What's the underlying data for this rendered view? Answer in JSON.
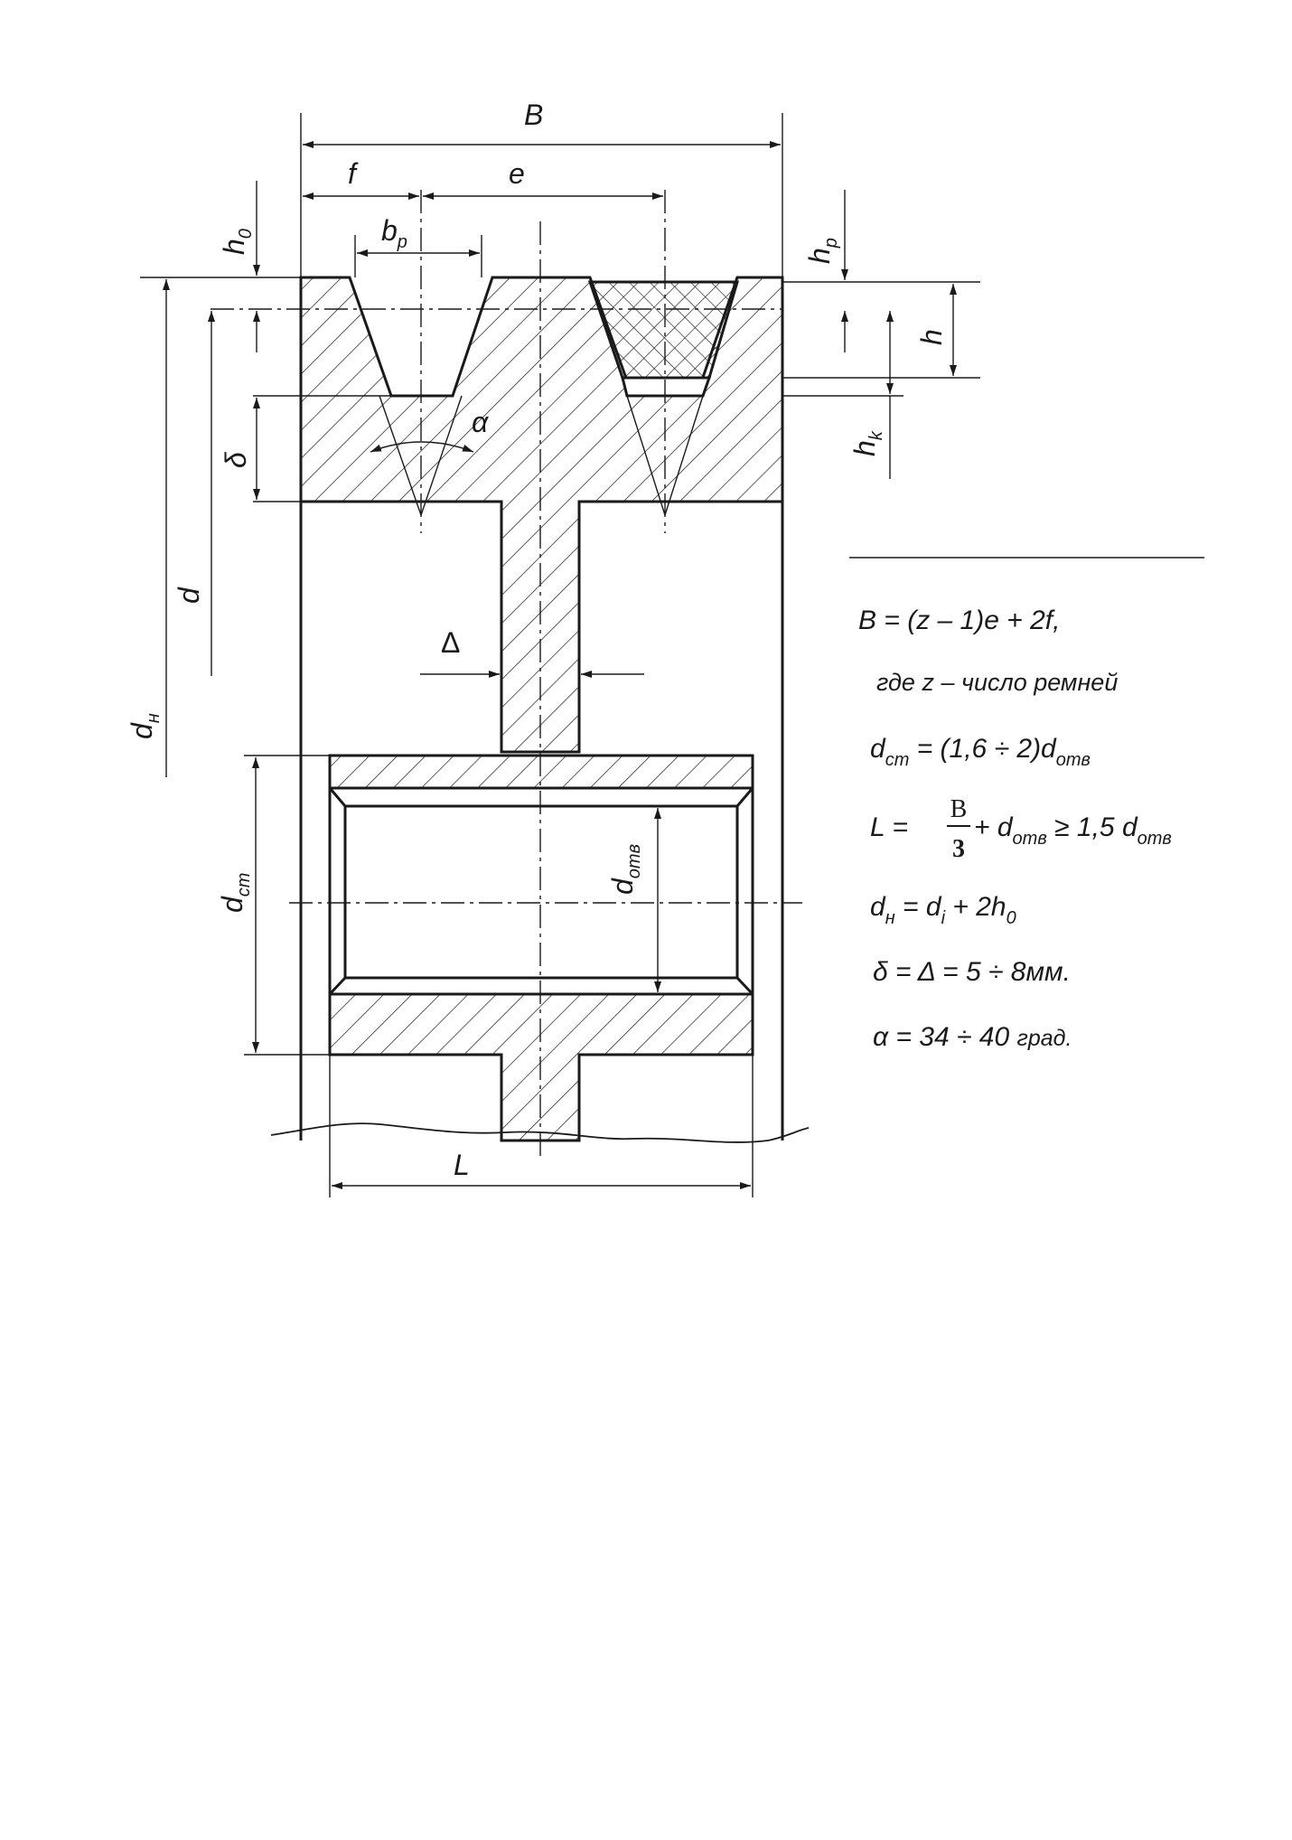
{
  "labels": {
    "B": "B",
    "f": "f",
    "e": "e",
    "h0_main": "h",
    "h0_sub": "0",
    "bp_main": "b",
    "bp_sub": "p",
    "hp_main": "h",
    "hp_sub": "p",
    "h": "h",
    "hk_main": "h",
    "hk_sub": "k",
    "alpha": "α",
    "delta": "δ",
    "d": "d",
    "dn_main": "d",
    "dn_sub": "н",
    "Delta": "Δ",
    "dst_main": "d",
    "dst_sub": "cm",
    "dotv_main": "d",
    "dotv_sub": "отв",
    "L": "L"
  },
  "formulas": {
    "f1": "B = (z – 1)e + 2f,",
    "f2": "где z – число ремней",
    "f3_a": "d",
    "f3_sub1": "cm",
    "f3_b": " = (1,6 ÷ 2)d",
    "f3_sub2": "отв",
    "f4_a": "L = ",
    "f4_num": "B",
    "f4_den": "3",
    "f4_b": " + d",
    "f4_sub1": "отв",
    "f4_c": " ≥ 1,5 d",
    "f4_sub2": "отв",
    "f5_a": "d",
    "f5_sub1": "н",
    "f5_b": " = d",
    "f5_sub2": "i",
    "f5_c": " + 2h",
    "f5_sub3": "0",
    "f6": "δ = Δ = 5 ÷ 8мм.",
    "f7_a": "α = 34 ÷ 40 ",
    "f7_b": "град."
  },
  "colors": {
    "ink": "#1a1a1a",
    "paper": "#ffffff"
  }
}
